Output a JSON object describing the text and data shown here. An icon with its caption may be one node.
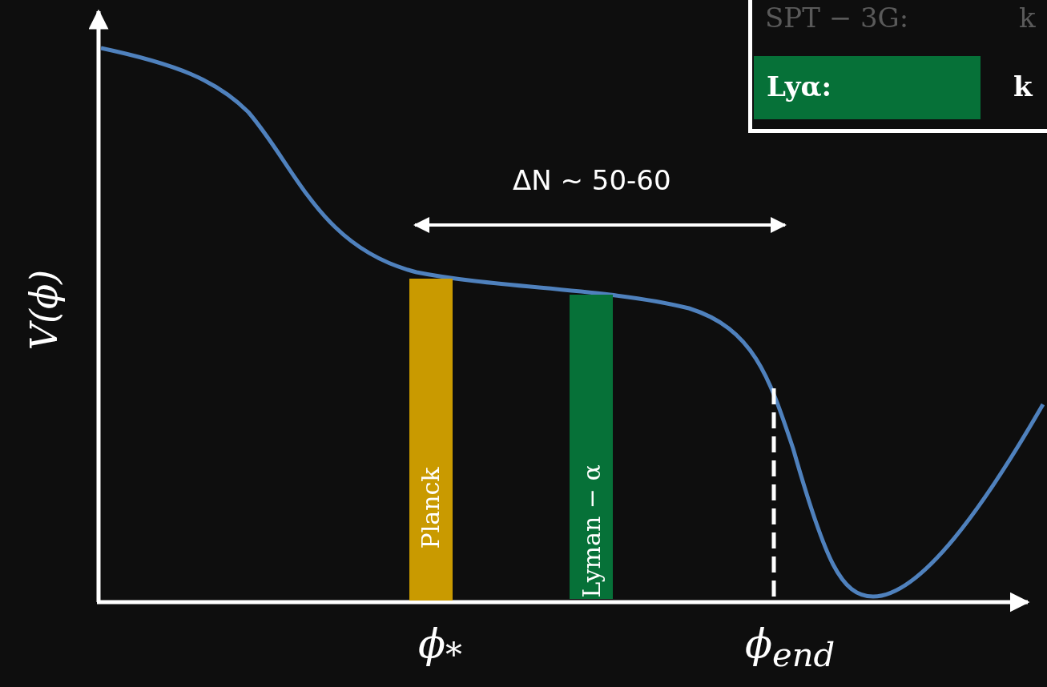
{
  "diagram": {
    "nodes": [
      {
        "text": [
          "Planck"
        ]
      },
      {
        "text": [
          "Lyman − α"
        ]
      }
    ],
    "edges": [],
    "labels": [
      "SPT − 3G:",
      "k",
      "ΔN ~ 50-60",
      "V(ϕ)",
      "ϕ$_{*}$",
      "ϕ$_{end}$",
      "k"
    ],
    "legend": [
      {
        "text": "Lyα:",
        "color": "#067138"
      }
    ]
  }
}
